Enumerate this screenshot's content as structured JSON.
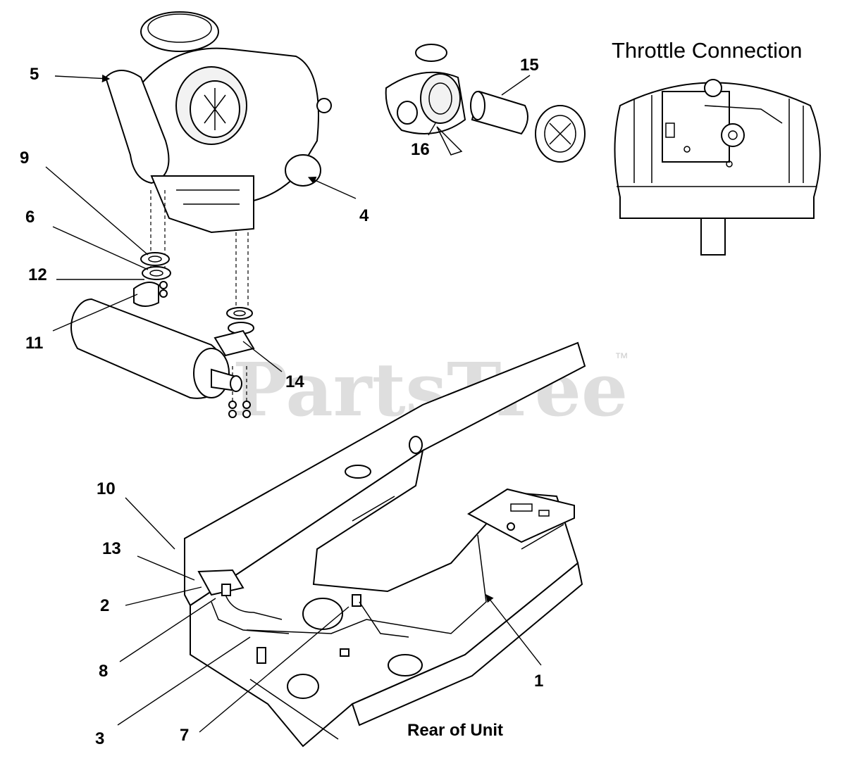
{
  "title": "Throttle Connection",
  "caption_rear": "Rear of Unit",
  "watermark": {
    "text": "PartsTree",
    "tm": "™"
  },
  "callouts": {
    "c1": "1",
    "c2": "2",
    "c3": "3",
    "c4": "4",
    "c5": "5",
    "c6": "6",
    "c7": "7",
    "c8": "8",
    "c9": "9",
    "c10": "10",
    "c11": "11",
    "c12": "12",
    "c13": "13",
    "c14": "14",
    "c15": "15",
    "c16": "16"
  }
}
